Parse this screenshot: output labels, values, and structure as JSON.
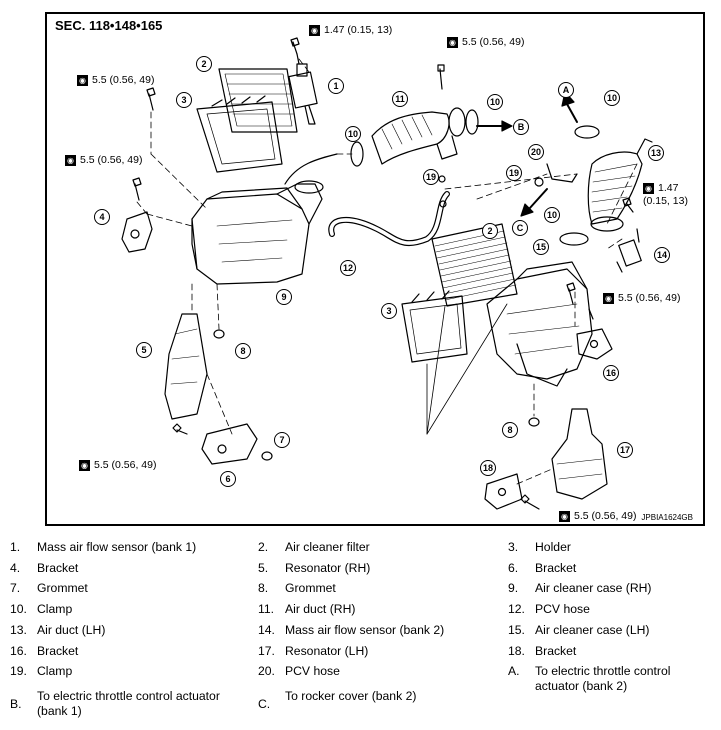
{
  "section_title": "SEC. 118•148•165",
  "figure_code": "JPBIA1624GB",
  "torque_values": {
    "t1": "1.47 (0.15, 13)",
    "t2": "5.5 (0.56, 49)",
    "t3": "5.5 (0.56, 49)",
    "t4": "5.5 (0.56, 49)",
    "t5_line1": "1.47",
    "t5_line2": "(0.15, 13)",
    "t6": "5.5 (0.56, 49)",
    "t7": "5.5 (0.56, 49)",
    "t8": "5.5 (0.56, 49)"
  },
  "callouts": [
    "1",
    "2",
    "3",
    "4",
    "5",
    "6",
    "7",
    "8",
    "9",
    "10",
    "11",
    "12",
    "13",
    "14",
    "15",
    "16",
    "17",
    "18",
    "19",
    "20",
    "A",
    "B",
    "C"
  ],
  "legend": [
    {
      "num": "1.",
      "label": "Mass air flow sensor (bank 1)"
    },
    {
      "num": "2.",
      "label": "Air cleaner filter"
    },
    {
      "num": "3.",
      "label": "Holder"
    },
    {
      "num": "4.",
      "label": "Bracket"
    },
    {
      "num": "5.",
      "label": "Resonator (RH)"
    },
    {
      "num": "6.",
      "label": "Bracket"
    },
    {
      "num": "7.",
      "label": "Grommet"
    },
    {
      "num": "8.",
      "label": "Grommet"
    },
    {
      "num": "9.",
      "label": "Air cleaner case (RH)"
    },
    {
      "num": "10.",
      "label": "Clamp"
    },
    {
      "num": "11.",
      "label": "Air duct (RH)"
    },
    {
      "num": "12.",
      "label": "PCV hose"
    },
    {
      "num": "13.",
      "label": "Air duct (LH)"
    },
    {
      "num": "14.",
      "label": "Mass air flow sensor (bank 2)"
    },
    {
      "num": "15.",
      "label": "Air cleaner case (LH)"
    },
    {
      "num": "16.",
      "label": "Bracket"
    },
    {
      "num": "17.",
      "label": "Resonator (LH)"
    },
    {
      "num": "18.",
      "label": "Bracket"
    },
    {
      "num": "19.",
      "label": "Clamp"
    },
    {
      "num": "20.",
      "label": "PCV hose"
    },
    {
      "num": "A.",
      "label": "To electric throttle control actuator (bank 2)"
    },
    {
      "num": "B.",
      "label": "To electric throttle control actuator (bank 1)"
    },
    {
      "num": "C.",
      "label": "To rocker cover (bank 2)"
    }
  ]
}
